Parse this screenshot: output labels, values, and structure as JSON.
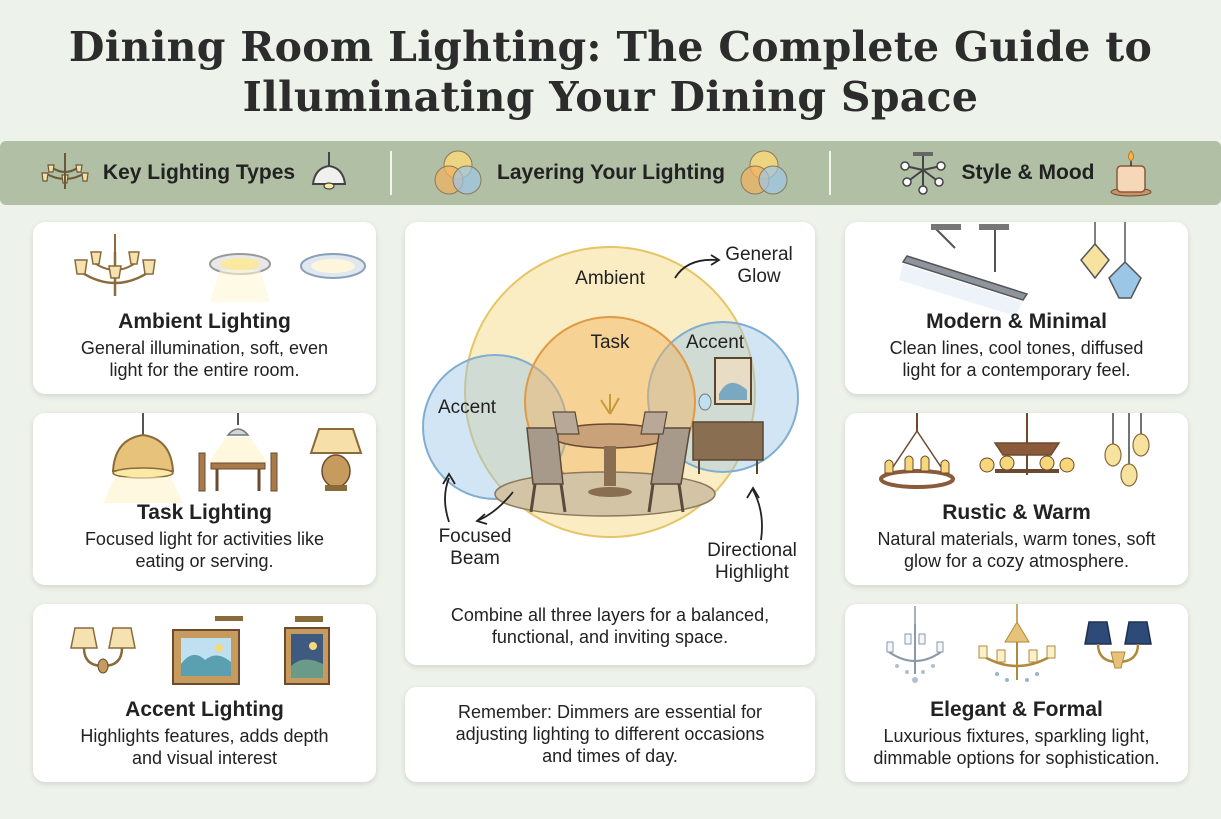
{
  "title": {
    "line1": "Dining Room Lighting: The Complete Guide to",
    "line2": "Illuminating Your Dining Space"
  },
  "sections": {
    "left": {
      "label": "Key Lighting Types",
      "icon_left": "chandelier-icon",
      "icon_right": "pendant-lamp-icon"
    },
    "center": {
      "label": "Layering Your Lighting",
      "icon_left": "overlapping-circles-icon",
      "icon_right": "overlapping-circles-icon"
    },
    "right": {
      "label": "Style & Mood",
      "icon_left": "sputnik-light-icon",
      "icon_right": "candle-icon"
    }
  },
  "lighting_types": [
    {
      "heading": "Ambient Lighting",
      "desc1": "General illumination, soft, even",
      "desc2": "light for the entire room."
    },
    {
      "heading": "Task Lighting",
      "desc1": "Focused light for activities like",
      "desc2": "eating or serving."
    },
    {
      "heading": "Accent Lighting",
      "desc1": "Highlights features, adds depth",
      "desc2": "and visual interest"
    }
  ],
  "layering": {
    "circle_labels": {
      "ambient": "Ambient",
      "task": "Task",
      "accent_right": "Accent",
      "accent_left": "Accent"
    },
    "annotations": {
      "general_glow_1": "General",
      "general_glow_2": "Glow",
      "focused_beam_1": "Focused",
      "focused_beam_2": "Beam",
      "directional_1": "Directional",
      "directional_2": "Highlight"
    },
    "combine_1": "Combine all three layers for a balanced,",
    "combine_2": "functional, and inviting space.",
    "colors": {
      "ambient": "#f7d77a",
      "task": "#f2b15e",
      "accent": "#9cc6e6"
    }
  },
  "reminder": {
    "line1": "Remember: Dimmers are essential for",
    "line2": "adjusting lighting to different occasions",
    "line3": "and times of day."
  },
  "styles": [
    {
      "heading": "Modern & Minimal",
      "desc1": "Clean lines, cool tones, diffused",
      "desc2": "light for a contemporary feel."
    },
    {
      "heading": "Rustic & Warm",
      "desc1": "Natural materials, warm tones, soft",
      "desc2": "glow for a cozy atmosphere."
    },
    {
      "heading": "Elegant & Formal",
      "desc1": "Luxurious fixtures, sparkling light,",
      "desc2": "dimmable options for sophistication."
    }
  ]
}
